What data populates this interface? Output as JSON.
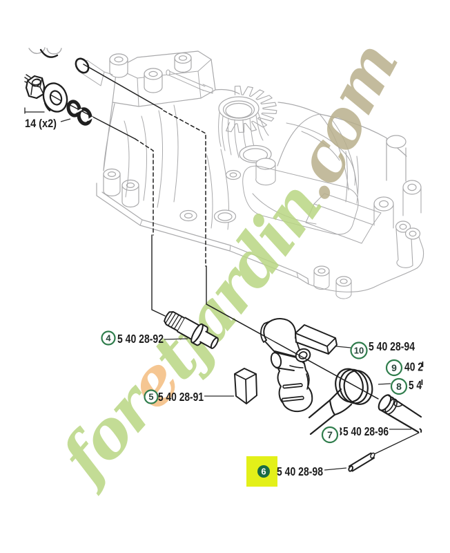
{
  "diagram": {
    "type": "exploded-parts-diagram",
    "subject": "gearbox housing assembly"
  },
  "watermark": {
    "text": "foretjardin.com",
    "segments": [
      {
        "text": "for",
        "color": "#b9d683"
      },
      {
        "text": "e",
        "color": "#f4bd80"
      },
      {
        "text": "tjardin",
        "color": "#b9d683"
      },
      {
        "text": ".com",
        "color": "#b9b08d"
      }
    ]
  },
  "colors": {
    "callout_ring": "#2f7d4c",
    "callout_digit": "#28443a",
    "highlight": "#e3f019",
    "highlight_circle": "#1a6b44",
    "line_dark": "#1f1f1f",
    "housing_gray": "#a9a9ab"
  },
  "quantity_label": {
    "text": "14 (x2)"
  },
  "labels": [
    {
      "id": "4",
      "number": "4",
      "part_number": "5 40 28-92",
      "highlighted": false
    },
    {
      "id": "5",
      "number": "5",
      "part_number": "5 40 28-91",
      "highlighted": false
    },
    {
      "id": "6",
      "number": "6",
      "part_number": "5 40 28-98",
      "highlighted": true
    },
    {
      "id": "7",
      "number": "7",
      "part_number": "5 40 28-96",
      "fragment": "3",
      "highlighted": false
    },
    {
      "id": "8",
      "number": "8",
      "part_number": "5 4",
      "highlighted": false
    },
    {
      "id": "9",
      "number": "9",
      "part_number": "40 2",
      "highlighted": false
    },
    {
      "id": "10",
      "number": "10",
      "part_number": "5 40 28-94",
      "highlighted": false
    }
  ]
}
